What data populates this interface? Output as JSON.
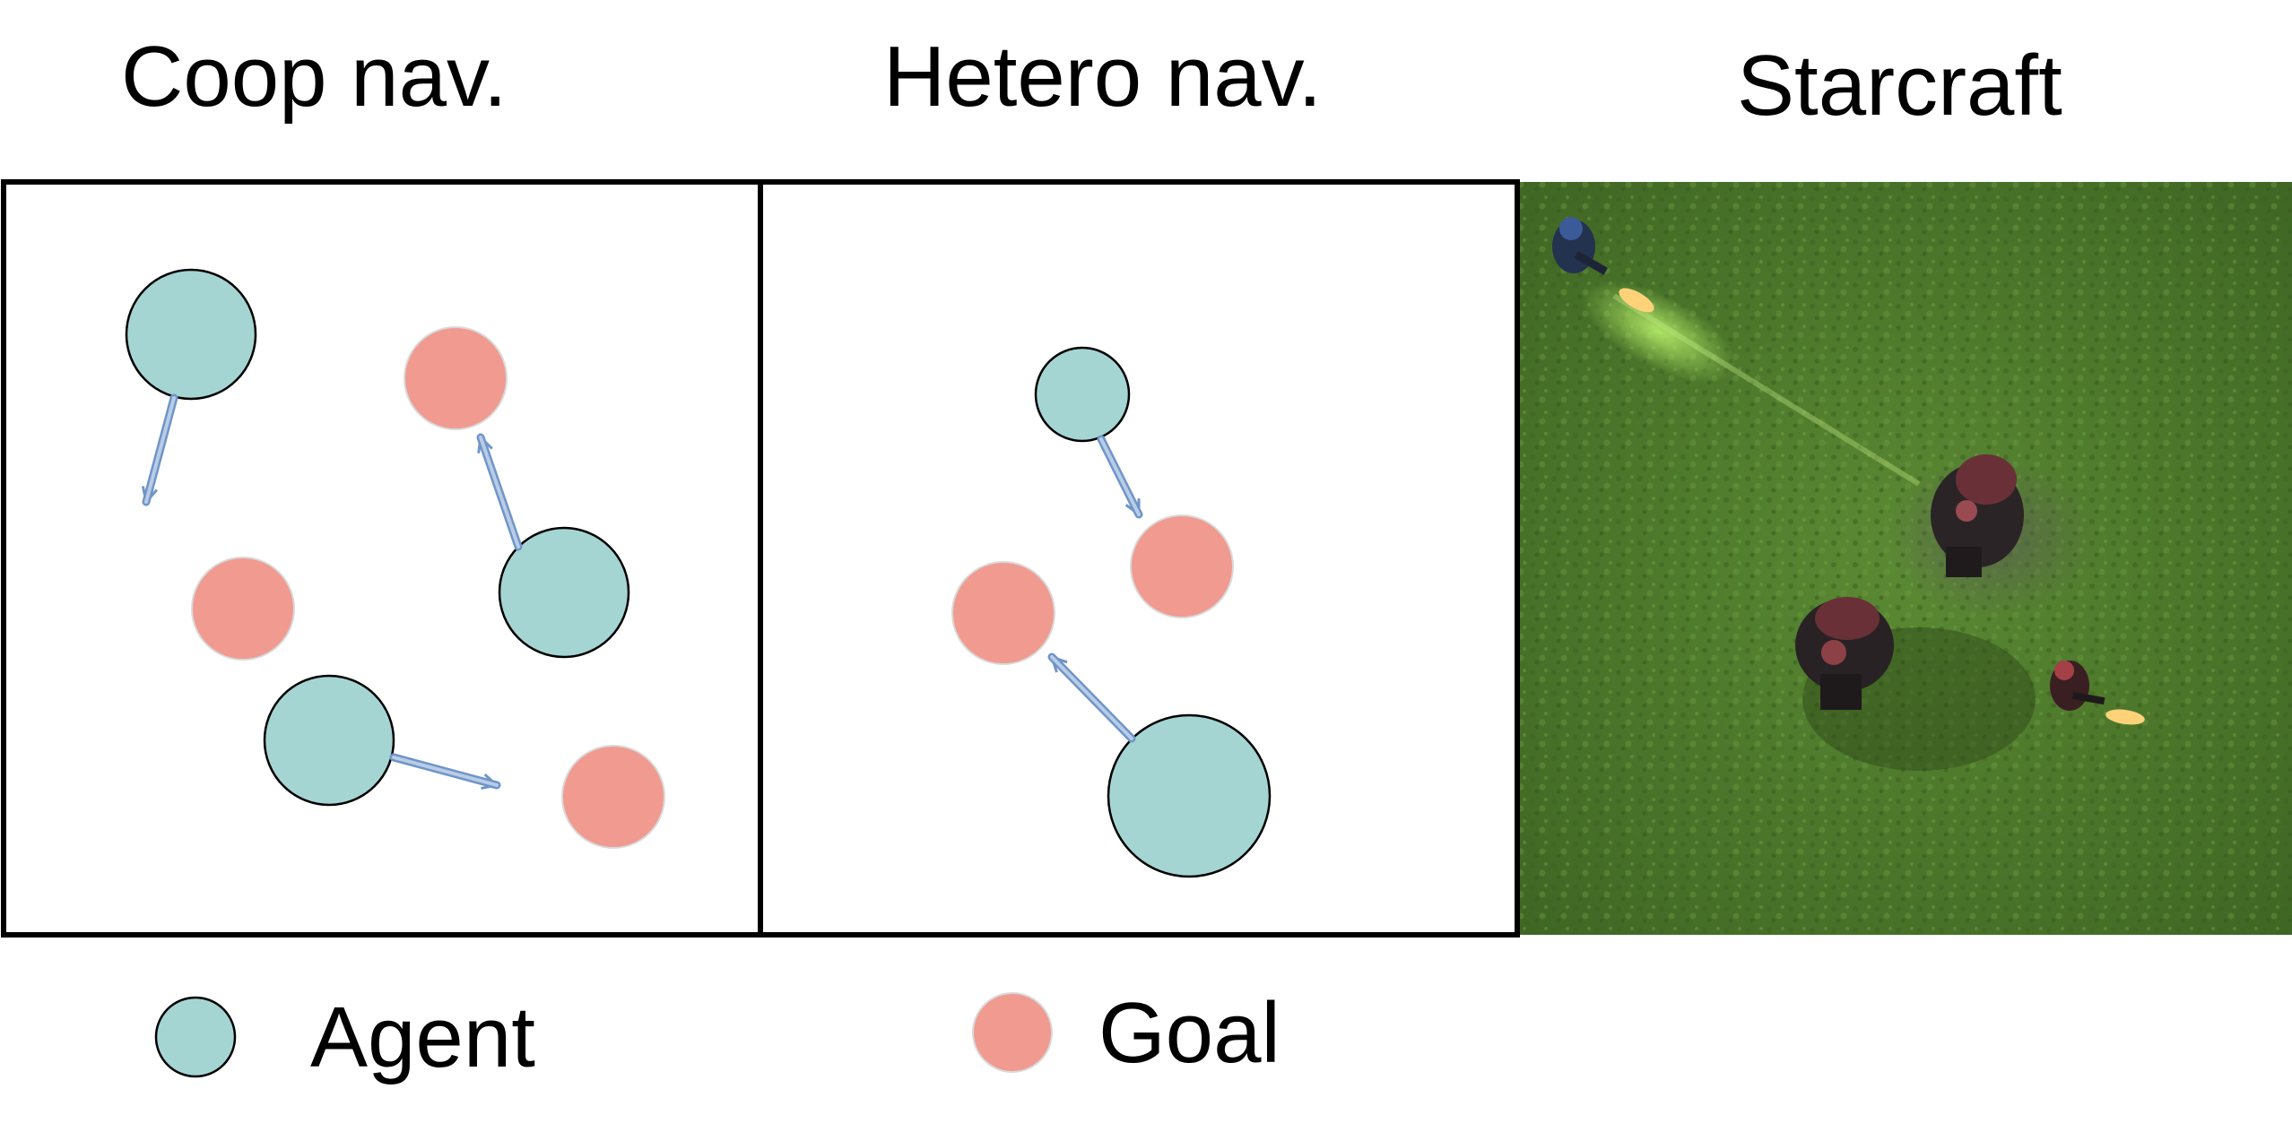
{
  "panels": [
    {
      "id": "coop",
      "title": "Coop nav."
    },
    {
      "id": "hetero",
      "title": "Hetero nav."
    },
    {
      "id": "starcraft",
      "title": "Starcraft"
    }
  ],
  "legend": {
    "agent_label": "Agent",
    "goal_label": "Goal"
  },
  "colors": {
    "agent_fill": "#a5d5d3",
    "goal_fill": "#f09a90",
    "arrow": "#6f95c8",
    "arrow_fill": "#b8cce6",
    "border": "#000000",
    "grass": "#4f7a2c"
  },
  "elements": {
    "coop_agents": 3,
    "coop_goals": 3,
    "hetero_agents": 2,
    "hetero_goals": 2
  }
}
